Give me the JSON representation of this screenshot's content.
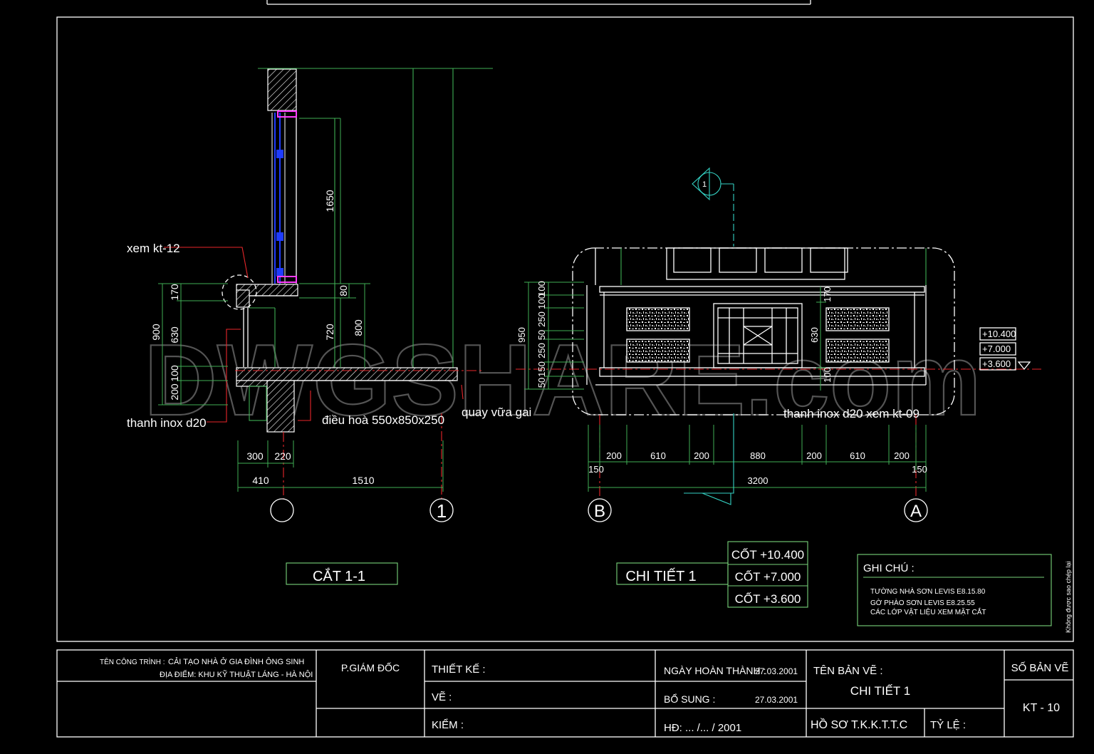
{
  "watermark": "DWGSHARE.com",
  "section": {
    "title": "CẮT 1-1",
    "labels": {
      "ref_kt12": "xem kt-12",
      "rail": "thanh inox d20",
      "ac_unit": "điều hoà 550x850x250",
      "plaster": "quay vữa gai"
    },
    "dims": {
      "v_1650": "1650",
      "v_80": "80",
      "v_720": "720",
      "v_800": "800",
      "v_170": "170",
      "v_630": "630",
      "v_100": "100",
      "v_200": "200",
      "v_900": "900",
      "h_300": "300",
      "h_220": "220",
      "h_410": "410",
      "h_1510": "1510"
    },
    "grid_axis_right": "1",
    "grid_axis_left": ""
  },
  "detail": {
    "title": "CHI TIẾT 1",
    "callout": "1",
    "rail_label": "thanh inox d20 xem kt-09",
    "left_dims": [
      "100",
      "100",
      "250",
      "50",
      "250",
      "150",
      "50"
    ],
    "left_total": "950",
    "inner_dims": {
      "top": "170",
      "mid": "630",
      "bottom": "100"
    },
    "bottom_dims": [
      "200",
      "610",
      "200",
      "880",
      "200",
      "610",
      "200"
    ],
    "edge_dims": {
      "left": "150",
      "right": "150"
    },
    "total_width": "3200",
    "axis_left": "B",
    "axis_right": "A",
    "levels": [
      "+10.400",
      "+7.000",
      "+3.600"
    ]
  },
  "level_table": [
    "CỐT +10.400",
    "CỐT +7.000",
    "CỐT +3.600"
  ],
  "notes": {
    "title": "GHI CHÚ :",
    "lines": [
      "TƯỜNG NHÀ SƠN LEVIS E8.15.80",
      "GỜ PHÀO SƠN LEVIS E8.25.55",
      "CÁC LỚP VẬT LIỆU XEM MẶT CẮT"
    ],
    "side_note": "Không được sao chép lại"
  },
  "title_block": {
    "project_label": "TÊN CÔNG TRÌNH :",
    "project_name": "CẢI TẠO NHÀ Ở GIA ĐÌNH ÔNG SINH",
    "location": "ĐỊA ĐIỂM: KHU KỸ THUẬT LÁNG - HÀ NỘI",
    "director": "P.GIÁM ĐỐC",
    "design": "THIẾT KẾ :",
    "drawn": "VẼ :",
    "checked": "KIỂM :",
    "completion_label": "NGÀY HOÀN THÀNH :",
    "completion_date": "27.03.2001",
    "supplement_label": "BỔ SUNG :",
    "supplement_date": "27.03.2001",
    "contract": "HĐ: ... /... / 2001",
    "drawing_name_label": "TÊN BẢN VẼ :",
    "drawing_name": "CHI TIẾT 1",
    "dossier": "HỒ SƠ T.K.K.T.T.C",
    "scale_label": "TỶ LỆ :",
    "sheet_label": "SỐ BẢN VẼ",
    "sheet_no": "KT - 10"
  },
  "colors": {
    "background": "#000000",
    "line": "#ffffff",
    "cyan": "#34d1c3",
    "green": "#3fae55",
    "red": "#e8262a",
    "blue": "#1f3cff",
    "magenta": "#ff3cff"
  }
}
